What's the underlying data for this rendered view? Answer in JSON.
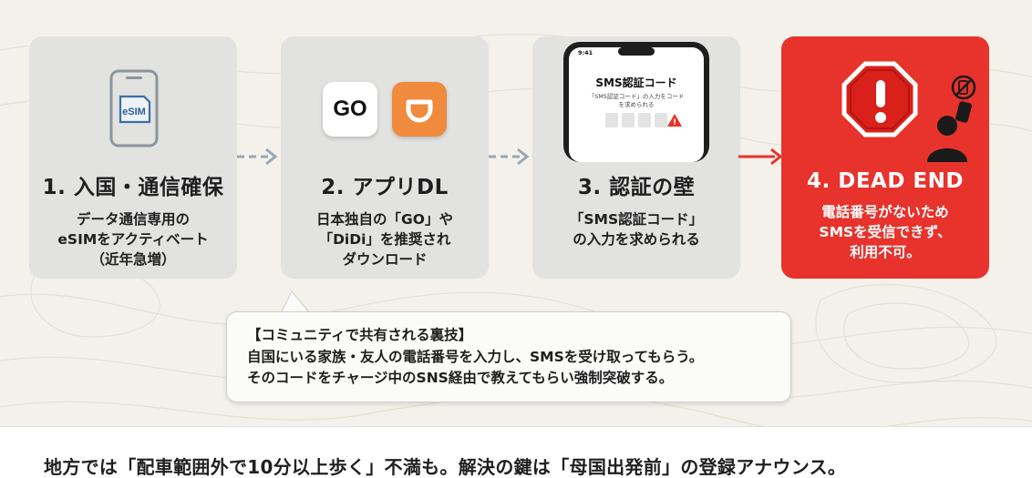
{
  "steps": [
    {
      "title": "1. 入国・通信確保",
      "desc": "データ通信専用の\neSIMをアクティベート\n（近年急増）",
      "icon": "esim-phone-icon"
    },
    {
      "title": "2. アプリDL",
      "desc": "日本独自の「GO」や\n「DiDi」を推奨され\nダウンロード",
      "icon": "taxi-app-icons"
    },
    {
      "title": "3. 認証の壁",
      "desc": "「SMS認証コード」\nの入力を求められる",
      "icon": "sms-phone-icon"
    },
    {
      "title": "4. DEAD END",
      "desc": "電話番号がないため\nSMSを受信できず、\n利用不可。",
      "icon": "stop-sign-icon"
    }
  ],
  "esim_label": "eSIM",
  "go_logo": "GO",
  "phone": {
    "time": "9:41",
    "header": "SMS認証コード",
    "sub1": "「SMS認証コード」の入力をコード",
    "sub2": "を求められる"
  },
  "note": {
    "heading": "【コミュニティで共有される裏技】",
    "line1": "自国にいる家族・友人の電話番号を入力し、SMSを受け取ってもらう。",
    "line2": "そのコードをチャージ中のSNS経由で教えてもらい強制突破する。"
  },
  "footer": "地方では「配車範囲外で10分以上歩く」不満も。解決の鍵は「母国出発前」の登録アナウンス。",
  "colors": {
    "danger": "#e8322c",
    "card": "#e2e2e1",
    "arrow": "#9aa7b5",
    "go_orange": "#f08a3c"
  }
}
